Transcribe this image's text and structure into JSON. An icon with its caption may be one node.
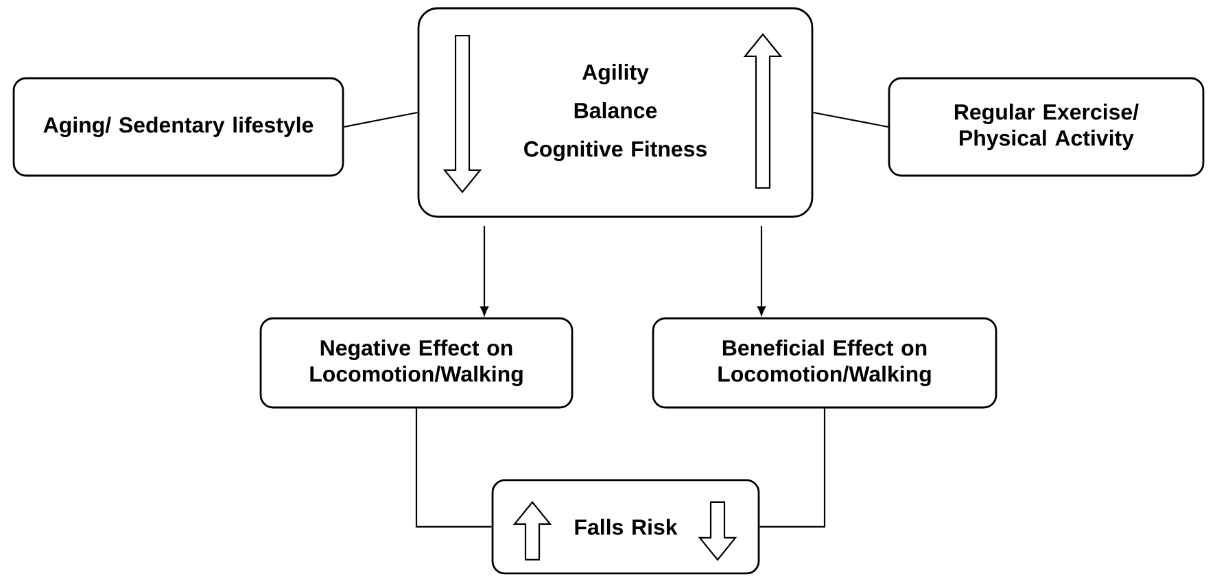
{
  "diagram": {
    "nodes": [
      {
        "text": [
          "Aging/ Sedentary lifestyle"
        ]
      },
      {
        "text": [
          "Agility",
          "Balance",
          "Cognitive Fitness"
        ]
      },
      {
        "text": [
          "Regular Exercise/ Physical Activity"
        ]
      },
      {
        "text": [
          "Negative Effect on Locomotion/Walking"
        ]
      },
      {
        "text": [
          "Beneficial Effect on Locomotion/Walking"
        ]
      },
      {
        "text": [
          "Falls Risk"
        ]
      }
    ],
    "edges": [
      {
        "from": 0,
        "to": 1,
        "arrow": "none"
      },
      {
        "from": 1,
        "to": 2,
        "arrow": "none"
      },
      {
        "from": 1,
        "to": 3,
        "arrow": "to"
      },
      {
        "from": 1,
        "to": 4,
        "arrow": "to"
      },
      {
        "from": 3,
        "to": 5,
        "arrow": "none"
      },
      {
        "from": 4,
        "to": 5,
        "arrow": "none"
      }
    ]
  }
}
